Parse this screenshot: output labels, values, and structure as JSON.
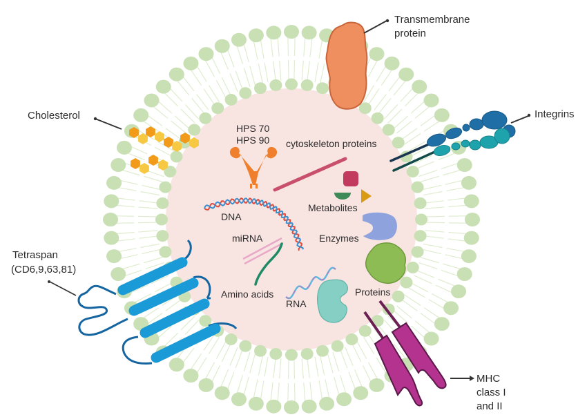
{
  "title": "Extracellular vesicle composition",
  "colors": {
    "membrane_head": "#c9dfb4",
    "membrane_tail": "#dfeccf",
    "lumen": "#f8e4e1",
    "cholesterol_dark": "#f29a1a",
    "cholesterol_light": "#f7c842",
    "transmembrane": "#ef8f5f",
    "integrin_dark": "#1f6fa6",
    "integrin_light": "#1ea3ad",
    "tetraspan": "#1a9ad6",
    "tetraspan_loop": "#1565a0",
    "mhc": "#b3338f",
    "hsp": "#ef7f2c",
    "cytoskeleton": "#c9506c",
    "metabolite_square": "#c23a5e",
    "metabolite_half": "#3f8a57",
    "metabolite_triangle": "#d99a14",
    "enzyme": "#8ea3dd",
    "protein_green": "#8dbb54",
    "protein_teal": "#86cfc4",
    "dna_red": "#e04a3c",
    "dna_blue": "#3a8fd0",
    "mirna": "#e8a8c8",
    "amino_acid": "#1f8a66",
    "rna_blue": "#5fb8e0",
    "rna_pink": "#c774b8"
  },
  "membrane_labels": {
    "cholesterol": "Cholesterol",
    "transmembrane_line1": "Transmembrane",
    "transmembrane_line2": "protein",
    "integrins": "Integrins",
    "tetraspan_line1": "Tetraspan",
    "tetraspan_line2": "(CD6,9,63,81)",
    "mhc_line1": "MHC",
    "mhc_line2": "class I",
    "mhc_line3": "and II"
  },
  "cargo_labels": {
    "hsp70": "HPS 70",
    "hsp90": "HPS 90",
    "cytoskeleton": "cytoskeleton proteins",
    "metabolites": "Metabolites",
    "dna": "DNA",
    "mirna": "miRNA",
    "enzymes": "Enzymes",
    "amino_acids": "Amino acids",
    "rna": "RNA",
    "proteins": "Proteins"
  }
}
